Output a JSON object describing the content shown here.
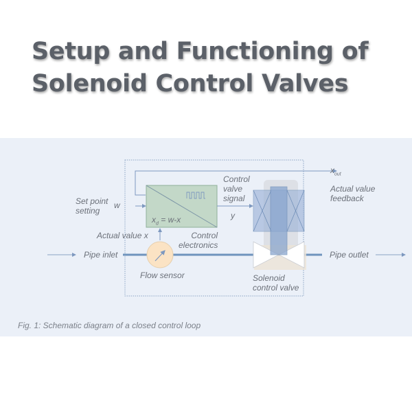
{
  "title": {
    "line1": "Setup and Functioning of",
    "line2": "Solenoid Control Valves"
  },
  "diagram": {
    "labels": {
      "x_out": "x",
      "x_out_sub": "out",
      "actual_value_feedback_1": "Actual value",
      "actual_value_feedback_2": "feedback",
      "set_point_1": "Set point",
      "set_point_2": "setting",
      "w": "w",
      "control_valve_signal_1": "Control",
      "control_valve_signal_2": "valve",
      "control_valve_signal_3": "signal",
      "y": "y",
      "xd_main": "x",
      "xd_sub": "d",
      "xd_eq": "= w-x",
      "actual_value_x": "Actual value x",
      "control_electronics_1": "Control",
      "control_electronics_2": "electronics",
      "pipe_inlet": "Pipe inlet",
      "pipe_outlet": "Pipe outlet",
      "flow_sensor": "Flow sensor",
      "solenoid_valve_1": "Solenoid",
      "solenoid_valve_2": "control valve"
    },
    "colors": {
      "panel_bg": "#ebf0f8",
      "controller_fill": "#c3d8c8",
      "sensor_fill": "#fbe3c4",
      "pipe": "#6f93bd",
      "coil_fill": "#9db4d8"
    }
  },
  "caption": "Fig. 1: Schematic diagram of a closed control loop"
}
